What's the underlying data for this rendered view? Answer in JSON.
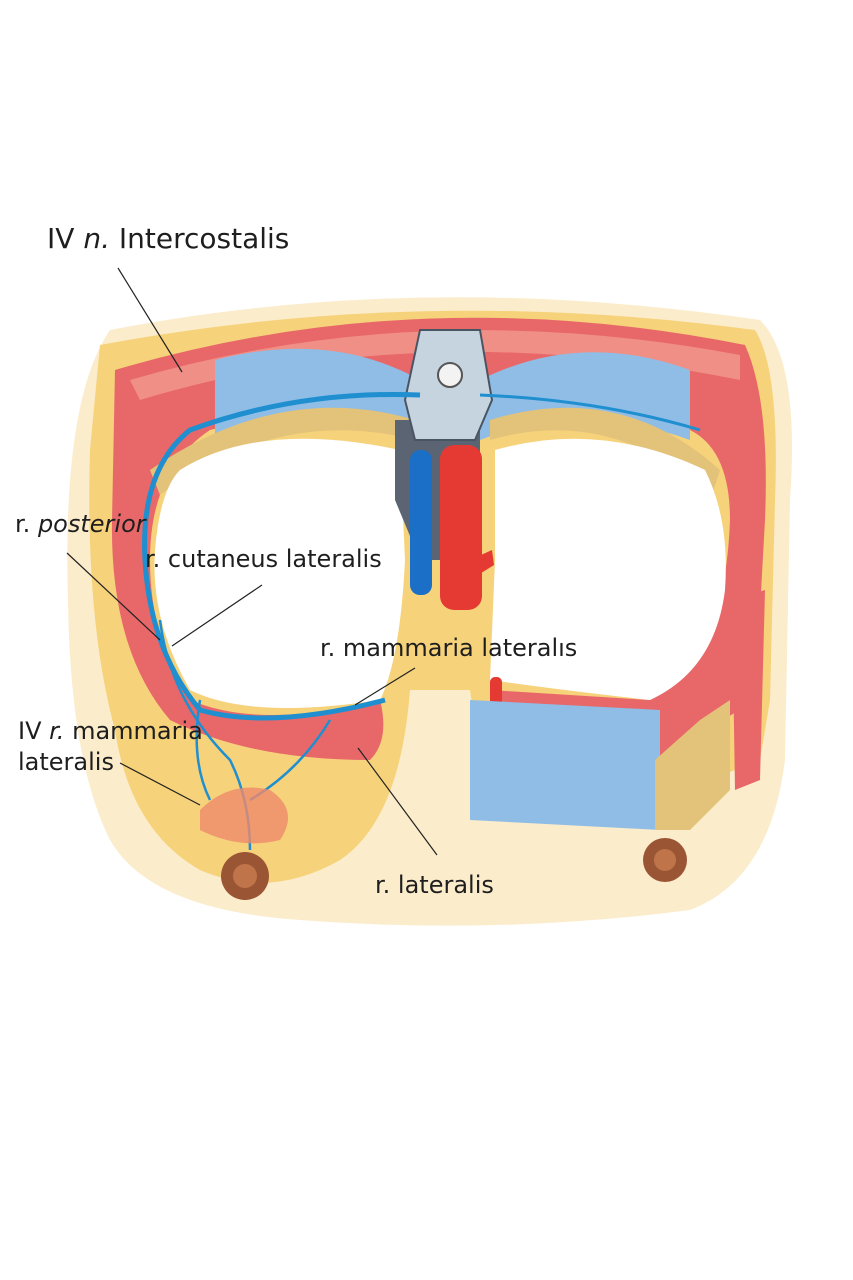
{
  "labels": {
    "intercostalis": {
      "prefix": "IV",
      "italic": "n.",
      "rest": "Intercostalis"
    },
    "posterior": {
      "prefix": "r.",
      "italic": "posterior"
    },
    "cutaneus_lateralis": "r. cutaneus lateralis",
    "mammaria_lateralis": "r. mammaria lateralıs",
    "iv_mammaria": {
      "prefix": "IV",
      "italic": "r.",
      "rest": "mammaria",
      "line2": "lateralis"
    },
    "lateralis": "r. lateralis"
  },
  "colors": {
    "skin": "#fbeccb",
    "fat": "#f6d27a",
    "muscle": "#e8686a",
    "muscle_light": "#f08f86",
    "rib": "#e3c27a",
    "pleura": "#8fbde6",
    "nerve": "#1f8fd0",
    "artery": "#e43a33",
    "vein": "#1b6fc6",
    "nipple": "#9a5634"
  }
}
